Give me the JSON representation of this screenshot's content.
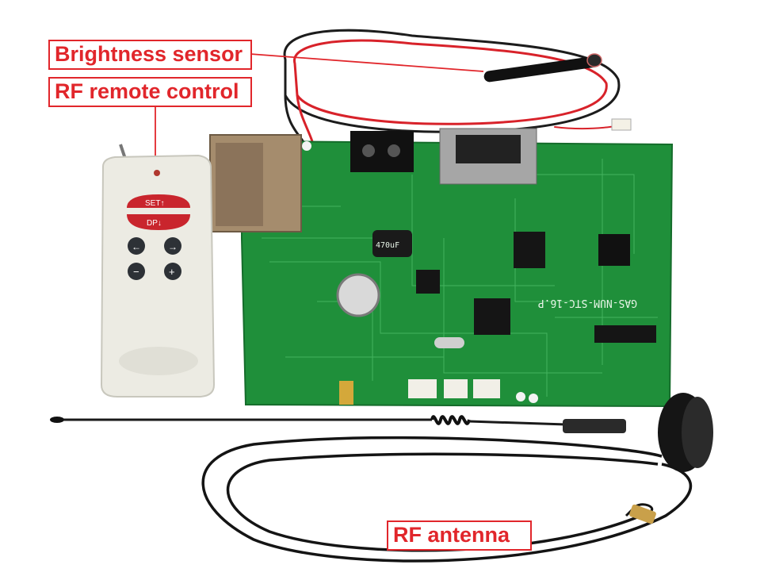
{
  "callouts": {
    "brightness_sensor": "Brightness sensor",
    "rf_remote_control": "RF remote control",
    "rf_antenna": "RF antenna"
  },
  "remote": {
    "set_button": "SET↑",
    "dp_button": "DP↓"
  },
  "pcb": {
    "board_label": "GAS-NUM-STC-16.P",
    "capacitor_label": "470uF"
  },
  "colors": {
    "callout_border": "#e1262b",
    "callout_text": "#e1262b",
    "pcb_green": "#1f8f3a",
    "remote_body": "#ecebe3",
    "remote_red": "#c9252d"
  }
}
